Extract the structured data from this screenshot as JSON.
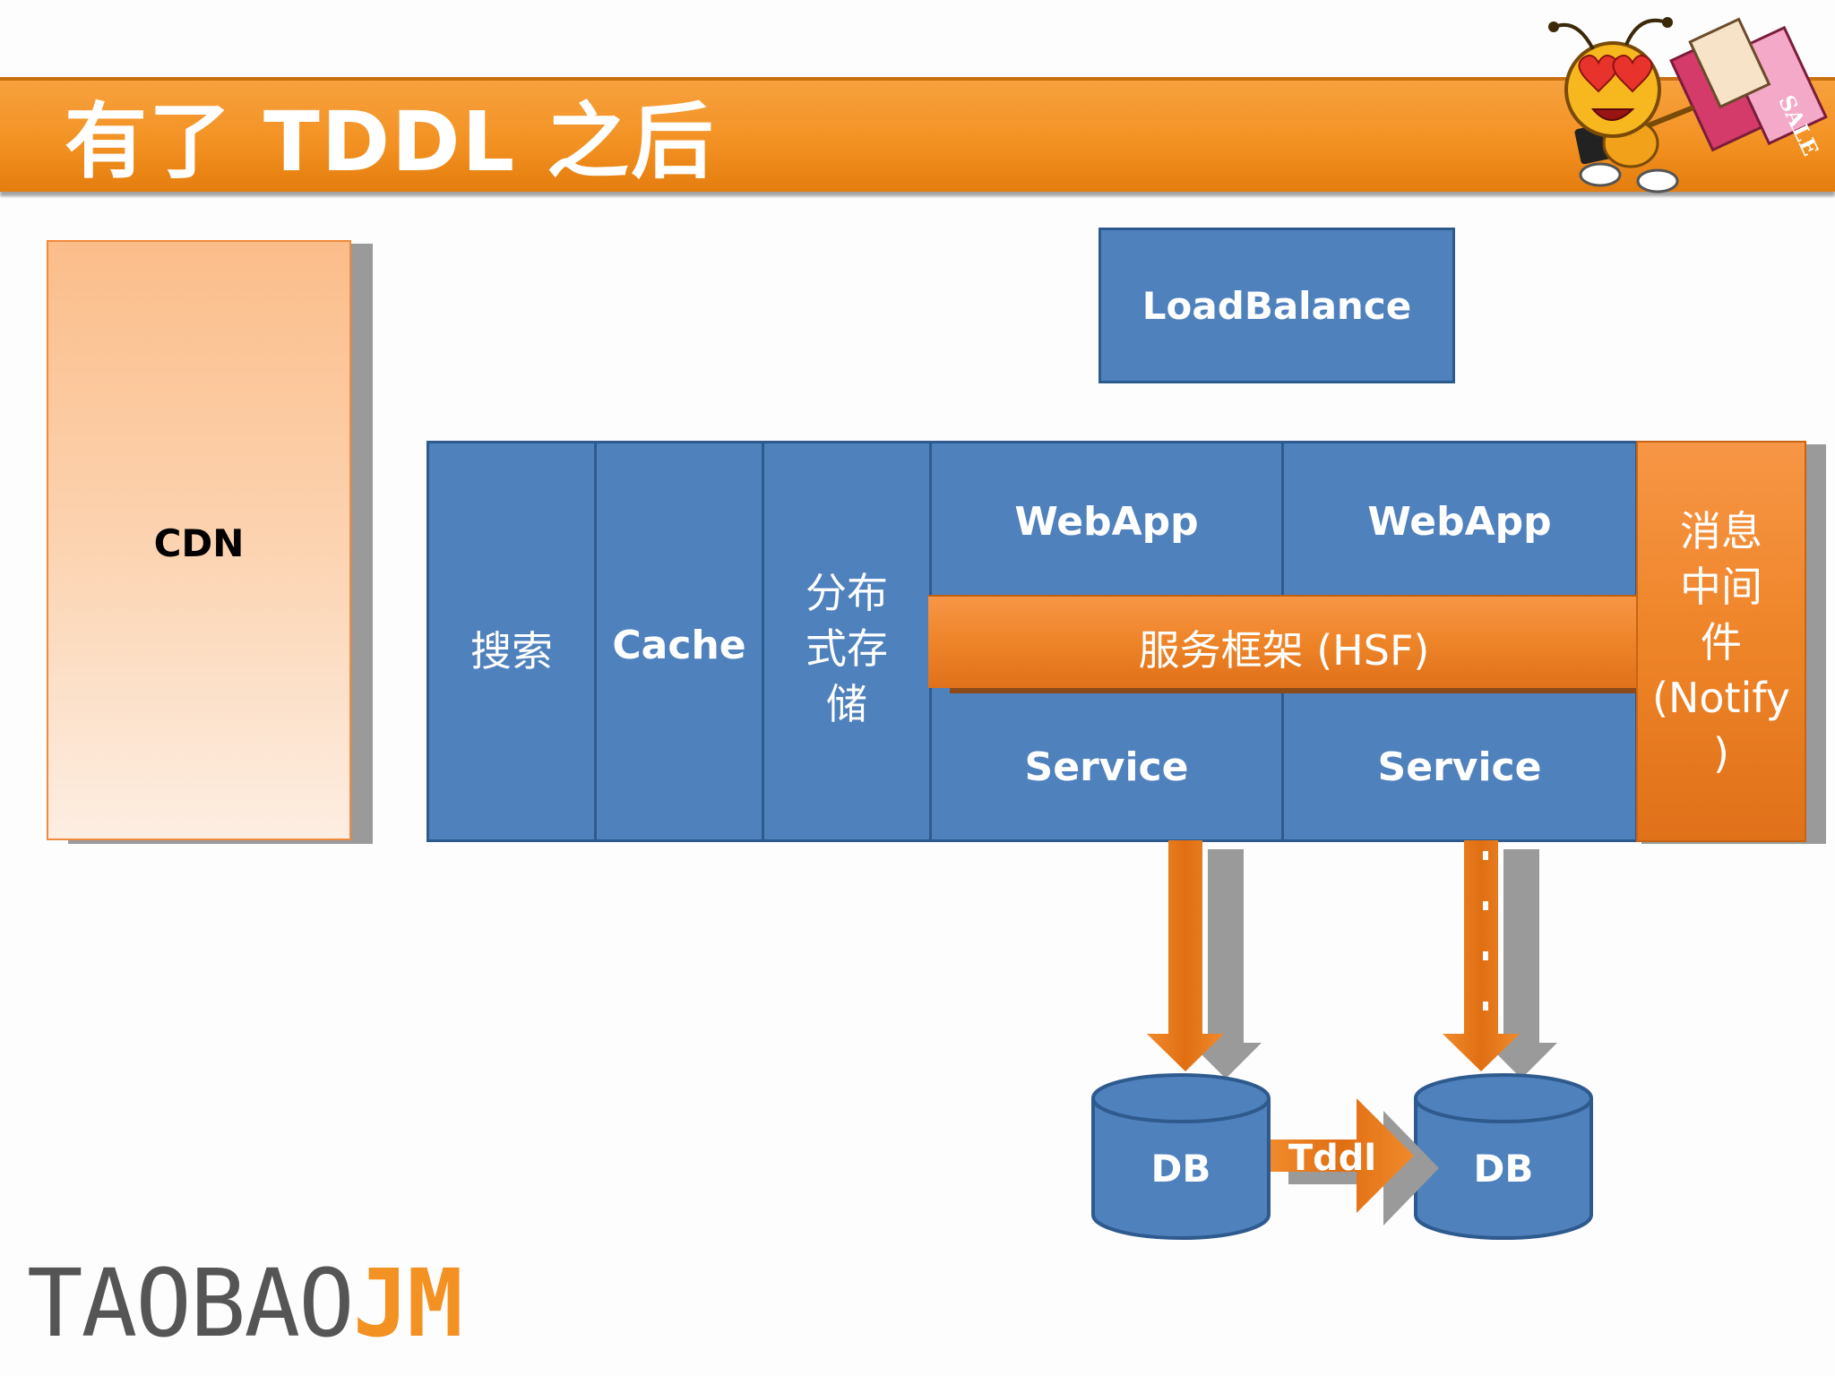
{
  "title": "有了 TDDL 之后",
  "cdn": "CDN",
  "loadbalance": "LoadBalance",
  "search": "搜索",
  "cache": "Cache",
  "storage": [
    "分布",
    "式存",
    "储"
  ],
  "webapp": [
    "WebApp",
    "WebApp"
  ],
  "service": [
    "Service",
    "Service"
  ],
  "hsf": "服务框架 (HSF)",
  "notify": [
    "消息",
    "中间",
    "件",
    "(Notify",
    ")"
  ],
  "db": [
    "DB",
    "DB"
  ],
  "tddl": "Tddl",
  "logo": {
    "part1": "TAOBAO",
    "part2": "JM"
  },
  "colors": {
    "title_bar": "#f39223",
    "blue_box": "#4f81bd",
    "orange": "#f07d1e",
    "cdn": "#fbbd8a",
    "logo_gray": "#555555",
    "logo_orange": "#f39223"
  }
}
